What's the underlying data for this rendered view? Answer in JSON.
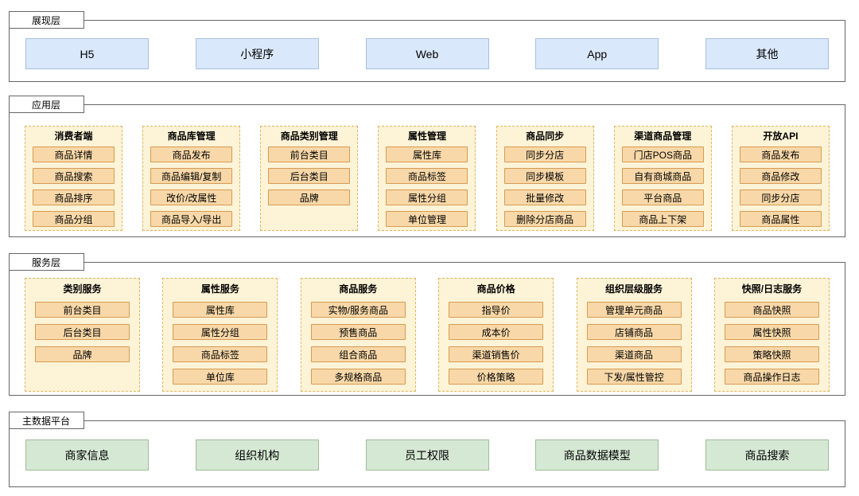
{
  "colors": {
    "band_border": "#666666",
    "blue_fill": "#dae8fc",
    "blue_border": "#a6bfe0",
    "green_fill": "#d5e8d4",
    "green_border": "#9cbd98",
    "group_fill": "#fdf3d7",
    "group_border": "#e0b55f",
    "item_fill": "#f8d8a8",
    "item_border": "#d79b53"
  },
  "layers": [
    {
      "label": "展现层",
      "items": [
        "H5",
        "小程序",
        "Web",
        "App",
        "其他"
      ]
    },
    {
      "label": "应用层",
      "groups": [
        {
          "title": "消费者端",
          "items": [
            "商品详情",
            "商品搜索",
            "商品排序",
            "商品分组"
          ]
        },
        {
          "title": "商品库管理",
          "items": [
            "商品发布",
            "商品编辑/复制",
            "改价/改属性",
            "商品导入/导出"
          ]
        },
        {
          "title": "商品类别管理",
          "items": [
            "前台类目",
            "后台类目",
            "品牌"
          ]
        },
        {
          "title": "属性管理",
          "items": [
            "属性库",
            "商品标签",
            "属性分组",
            "单位管理"
          ]
        },
        {
          "title": "商品同步",
          "items": [
            "同步分店",
            "同步模板",
            "批量修改",
            "删除分店商品"
          ]
        },
        {
          "title": "渠道商品管理",
          "items": [
            "门店POS商品",
            "自有商城商品",
            "平台商品",
            "商品上下架"
          ]
        },
        {
          "title": "开放API",
          "items": [
            "商品发布",
            "商品修改",
            "同步分店",
            "商品属性"
          ]
        }
      ]
    },
    {
      "label": "服务层",
      "groups": [
        {
          "title": "类别服务",
          "items": [
            "前台类目",
            "后台类目",
            "品牌"
          ]
        },
        {
          "title": "属性服务",
          "items": [
            "属性库",
            "属性分组",
            "商品标签",
            "单位库"
          ]
        },
        {
          "title": "商品服务",
          "items": [
            "实物/服务商品",
            "预售商品",
            "组合商品",
            "多规格商品"
          ]
        },
        {
          "title": "商品价格",
          "items": [
            "指导价",
            "成本价",
            "渠道销售价",
            "价格策略"
          ]
        },
        {
          "title": "组织层级服务",
          "items": [
            "管理单元商品",
            "店铺商品",
            "渠道商品",
            "下发/属性管控"
          ]
        },
        {
          "title": "快照/日志服务",
          "items": [
            "商品快照",
            "属性快照",
            "策略快照",
            "商品操作日志"
          ]
        }
      ]
    },
    {
      "label": "主数据平台",
      "items": [
        "商家信息",
        "组织机构",
        "员工权限",
        "商品数据模型",
        "商品搜索"
      ]
    }
  ]
}
